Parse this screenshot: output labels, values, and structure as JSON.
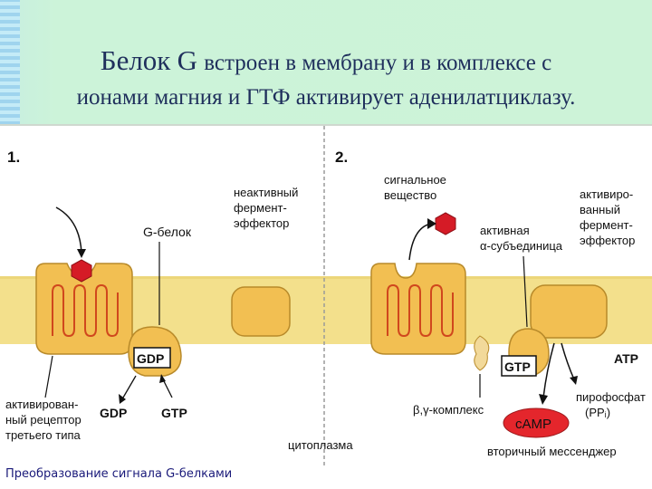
{
  "title": {
    "line1_word1": "Белок",
    "line1_word2": "G",
    "line1_rest": "встроен в мембрану и в комплексе с",
    "line2": "ионами магния и ГТФ активирует аденилатциклазу."
  },
  "panel1": {
    "number": "1.",
    "inactive_enzyme_label": [
      "неактивный",
      "фермент-",
      "эффектор"
    ],
    "g_protein_label": "G-белок",
    "gdp_bound": "GDP",
    "gdp_out": "GDP",
    "gtp_in": "GTP",
    "receptor_label": [
      "активирован-",
      "ный рецептор",
      "третьего типа"
    ]
  },
  "panel2": {
    "number": "2.",
    "signal_label": [
      "сигнальное",
      "вещество"
    ],
    "activated_enzyme_label": [
      "активиро-",
      "ванный",
      "фермент-",
      "эффектор"
    ],
    "alpha_label": [
      "активная",
      "α-субъединица"
    ],
    "gtp_bound": "GTP",
    "atp_label": "ATP",
    "beta_gamma_label": "β,γ-комплекс",
    "camp_label": "cAMP",
    "ppi_label": [
      "пирофосфат",
      "(PPᵢ)"
    ],
    "cytoplasm_label": "цитоплазма",
    "second_messenger_label": "вторичный мессенджер"
  },
  "caption": "Преобразование сигнала G-белками",
  "colors": {
    "title": "#1f2f5c",
    "membrane": "#f3e08c",
    "protein_fill": "#f2bf52",
    "protein_stroke": "#b88a2a",
    "coil": "#d0471d",
    "signal": "#d51b26",
    "camp": "#e4262c",
    "label": "#111111"
  }
}
